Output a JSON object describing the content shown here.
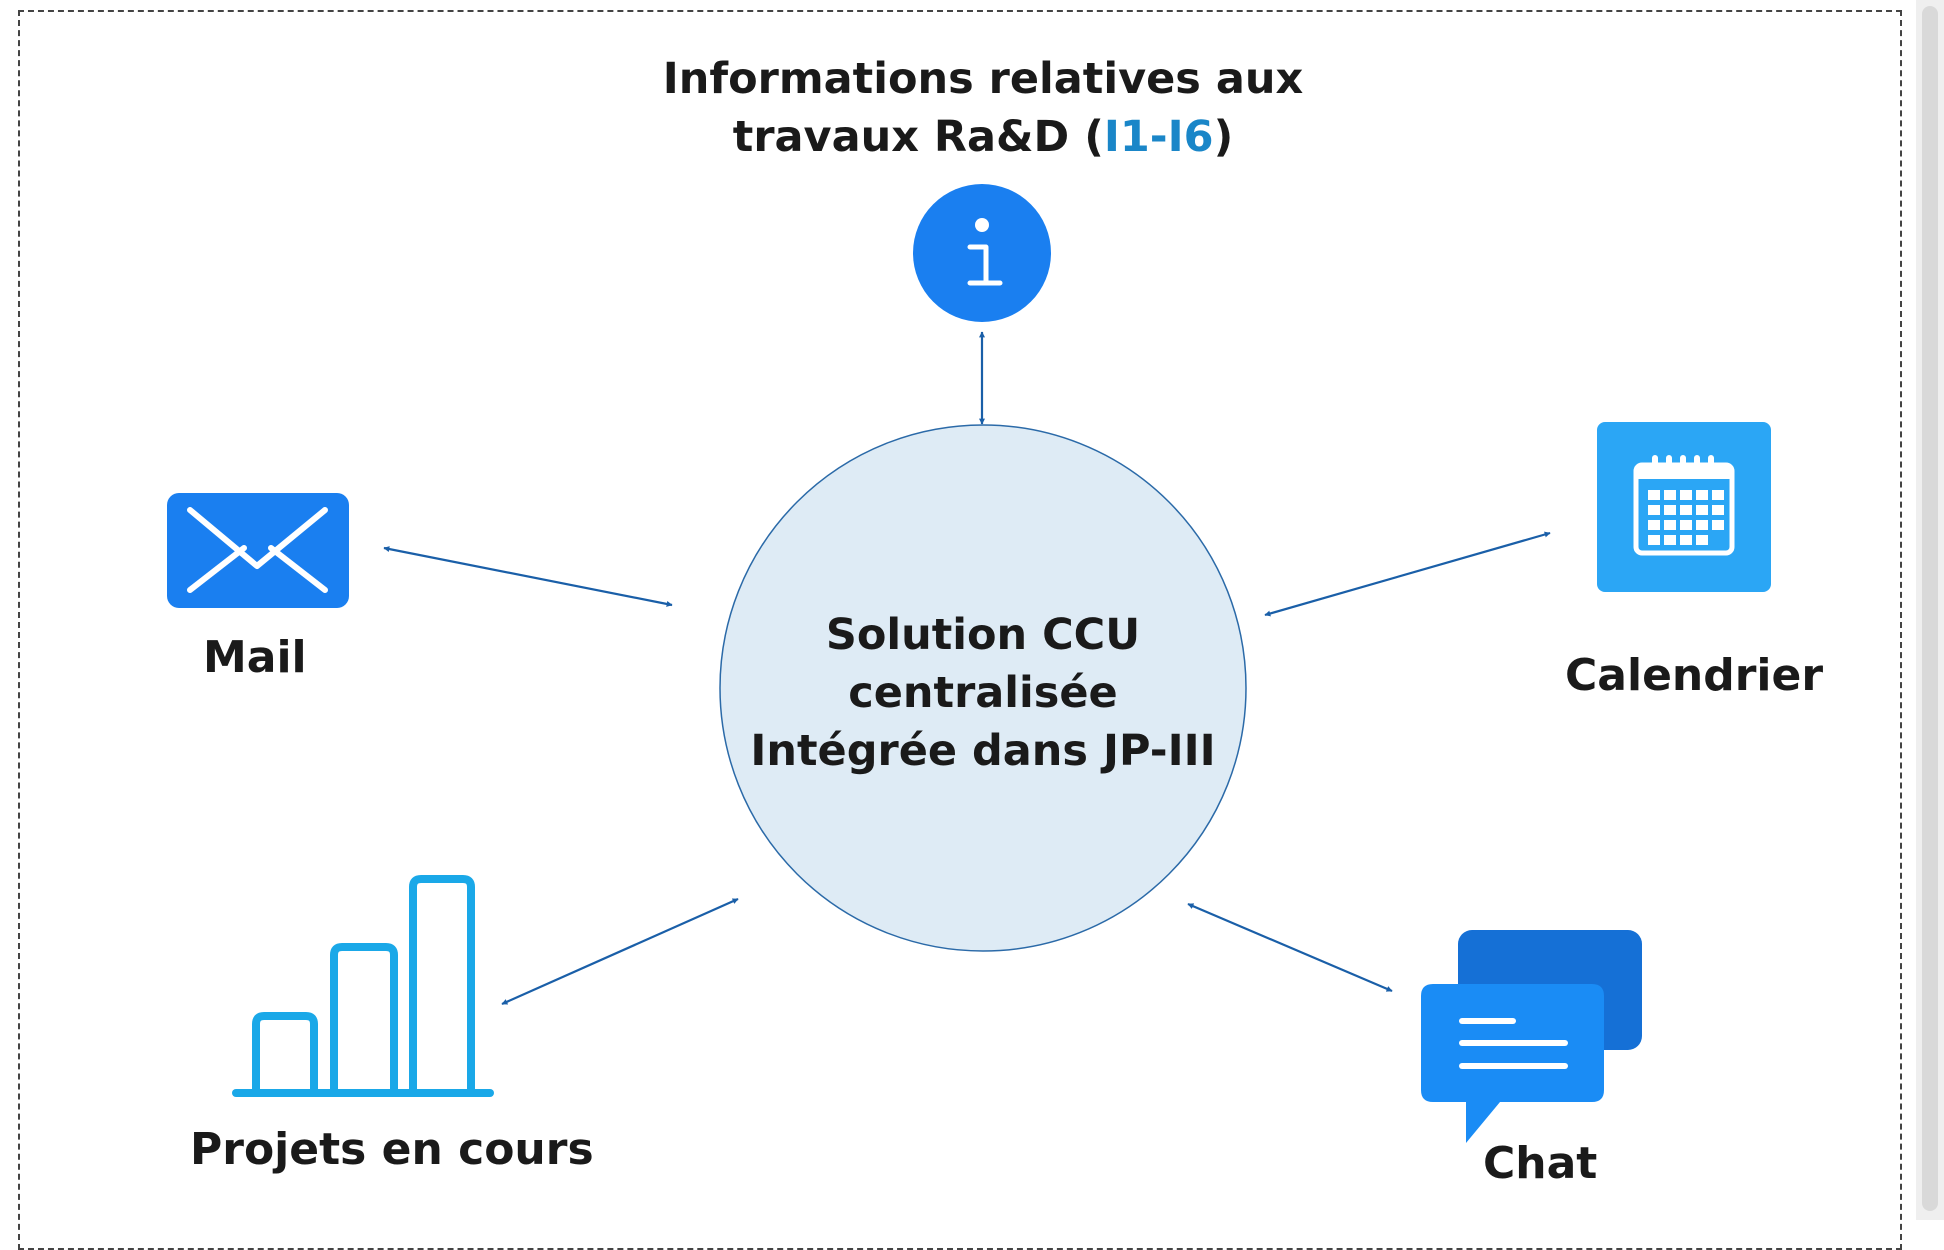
{
  "title": {
    "line1": "Informations relatives aux",
    "line2_prefix": "travaux Ra&D (",
    "line2_accent": "I1-I6",
    "line2_suffix": ")"
  },
  "center": {
    "line1": "Solution CCU",
    "line2": "centralisée",
    "line3": "Intégrée dans JP-III"
  },
  "nodes": {
    "mail": "Mail",
    "calendar": "Calendrier",
    "projects": "Projets en cours",
    "chat": "Chat"
  },
  "icons": {
    "info": "info-icon",
    "mail": "mail-icon",
    "calendar": "calendar-icon",
    "projects": "bar-chart-icon",
    "chat": "chat-icon"
  },
  "colors": {
    "hub_fill": "#deebf5",
    "hub_stroke": "#2b6aa8",
    "arrow": "#1a5fa8",
    "info_blue": "#1a7ff0",
    "mail_blue": "#1a7ff0",
    "calendar_blue": "#2ba6f5",
    "chart_blue": "#1aa8e8",
    "chat_dark": "#1570d6",
    "chat_light": "#1a8cf5",
    "title_accent": "#1a86c8"
  }
}
